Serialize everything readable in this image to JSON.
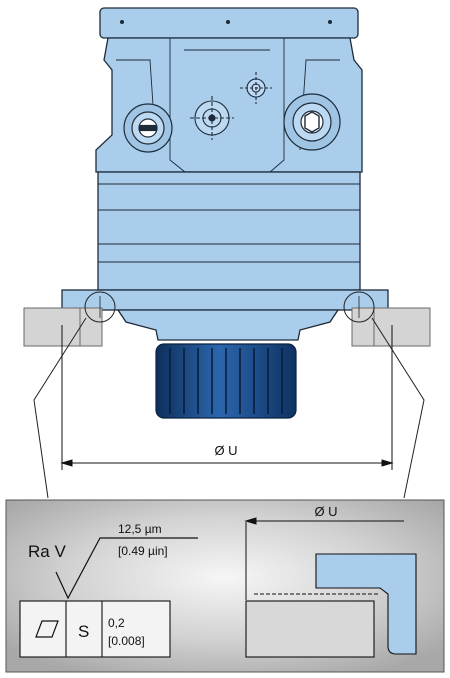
{
  "drawing": {
    "main_dimension": "Ø U",
    "detail_dimension": "Ø U",
    "roughness": {
      "prefix": "Ra V",
      "value_metric": "12,5 µm",
      "value_imperial": "[0.49 µin]"
    },
    "tolerance_frame": {
      "datum": "S",
      "value_metric": "0,2",
      "value_imperial": "[0.008]"
    },
    "colors": {
      "motor_body": "#a9cdeb",
      "motor_outline": "#1d2b3a",
      "gear": "#1b4f8c",
      "mount_block": "#d4d4d4",
      "detail_background": "#c8c8c8"
    }
  }
}
